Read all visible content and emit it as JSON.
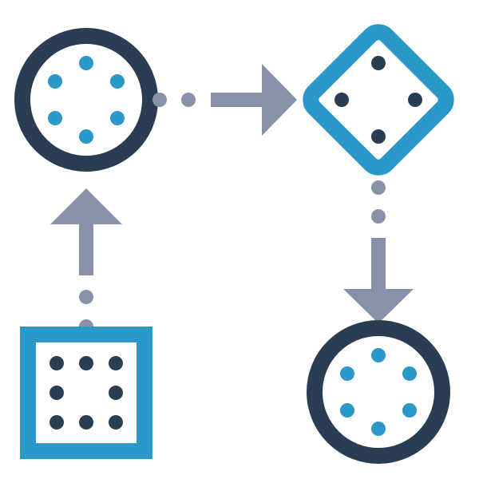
{
  "colors": {
    "navy": "#2a3d52",
    "blue": "#2a98c9",
    "gray": "#8792a8",
    "background": "#ffffff"
  },
  "shapes": [
    {
      "id": "top-left-circle",
      "kind": "circle",
      "icon": "circle-dots-node",
      "outline_color": "navy",
      "dot_color": "blue",
      "dot_count": 6
    },
    {
      "id": "top-right-diamond",
      "kind": "diamond",
      "icon": "diamond-dots-node",
      "outline_color": "blue",
      "dot_color": "navy",
      "dot_count": 4
    },
    {
      "id": "bottom-right-circle",
      "kind": "circle",
      "icon": "circle-dots-node",
      "outline_color": "navy",
      "dot_color": "blue",
      "dot_count": 6
    },
    {
      "id": "bottom-left-square",
      "kind": "square",
      "icon": "square-dots-node",
      "outline_color": "blue",
      "dot_color": "navy",
      "dot_count": 8
    }
  ],
  "connectors": [
    {
      "id": "square-to-circle",
      "from": "bottom-left-square",
      "to": "top-left-circle",
      "direction": "up",
      "icon": "arrow-up-icon",
      "color": "gray"
    },
    {
      "id": "circle-to-diamond",
      "from": "top-left-circle",
      "to": "top-right-diamond",
      "direction": "right",
      "icon": "arrow-right-icon",
      "color": "gray"
    },
    {
      "id": "diamond-to-circle",
      "from": "top-right-diamond",
      "to": "bottom-right-circle",
      "direction": "down",
      "icon": "arrow-down-icon",
      "color": "gray"
    }
  ]
}
